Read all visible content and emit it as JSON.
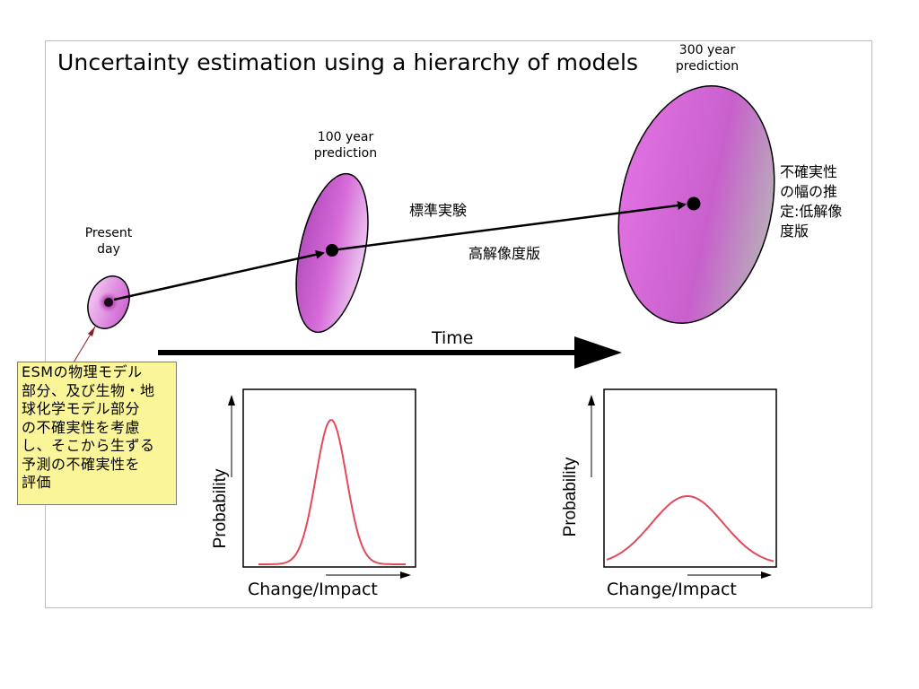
{
  "title": "Uncertainty estimation using a hierarchy of models",
  "stages": {
    "present": {
      "line1": "Present",
      "line2": "day"
    },
    "year100": {
      "line1": "100 year",
      "line2": "prediction"
    },
    "year300": {
      "line1": "300 year",
      "line2": "prediction"
    }
  },
  "japanese_labels": {
    "standard_experiment": "標準実験",
    "high_resolution": "高解像度版",
    "uncertainty_note": [
      "不確実性",
      "の幅の推",
      "定:低解像",
      "度版"
    ]
  },
  "time_label": "Time",
  "note_box": {
    "lines": [
      "ESMの物理モデル",
      "部分、及び生物・地",
      "球化学モデル部分",
      "の不確実性を考慮",
      "し、そこから生ずる",
      "予測の不確実性を",
      "評価"
    ]
  },
  "plots": {
    "left": {
      "ylabel": "Probability",
      "xlabel": "Change/Impact"
    },
    "right": {
      "ylabel": "Probability",
      "xlabel": "Change/Impact"
    }
  },
  "colors": {
    "ellipse_light": "#f2c3f2",
    "ellipse_mid": "#d56ad8",
    "ellipse_dark": "#a13aa8",
    "curve": "#e24a5a",
    "note_fill": "#fbf59a",
    "frame": "#bdbdbd"
  }
}
